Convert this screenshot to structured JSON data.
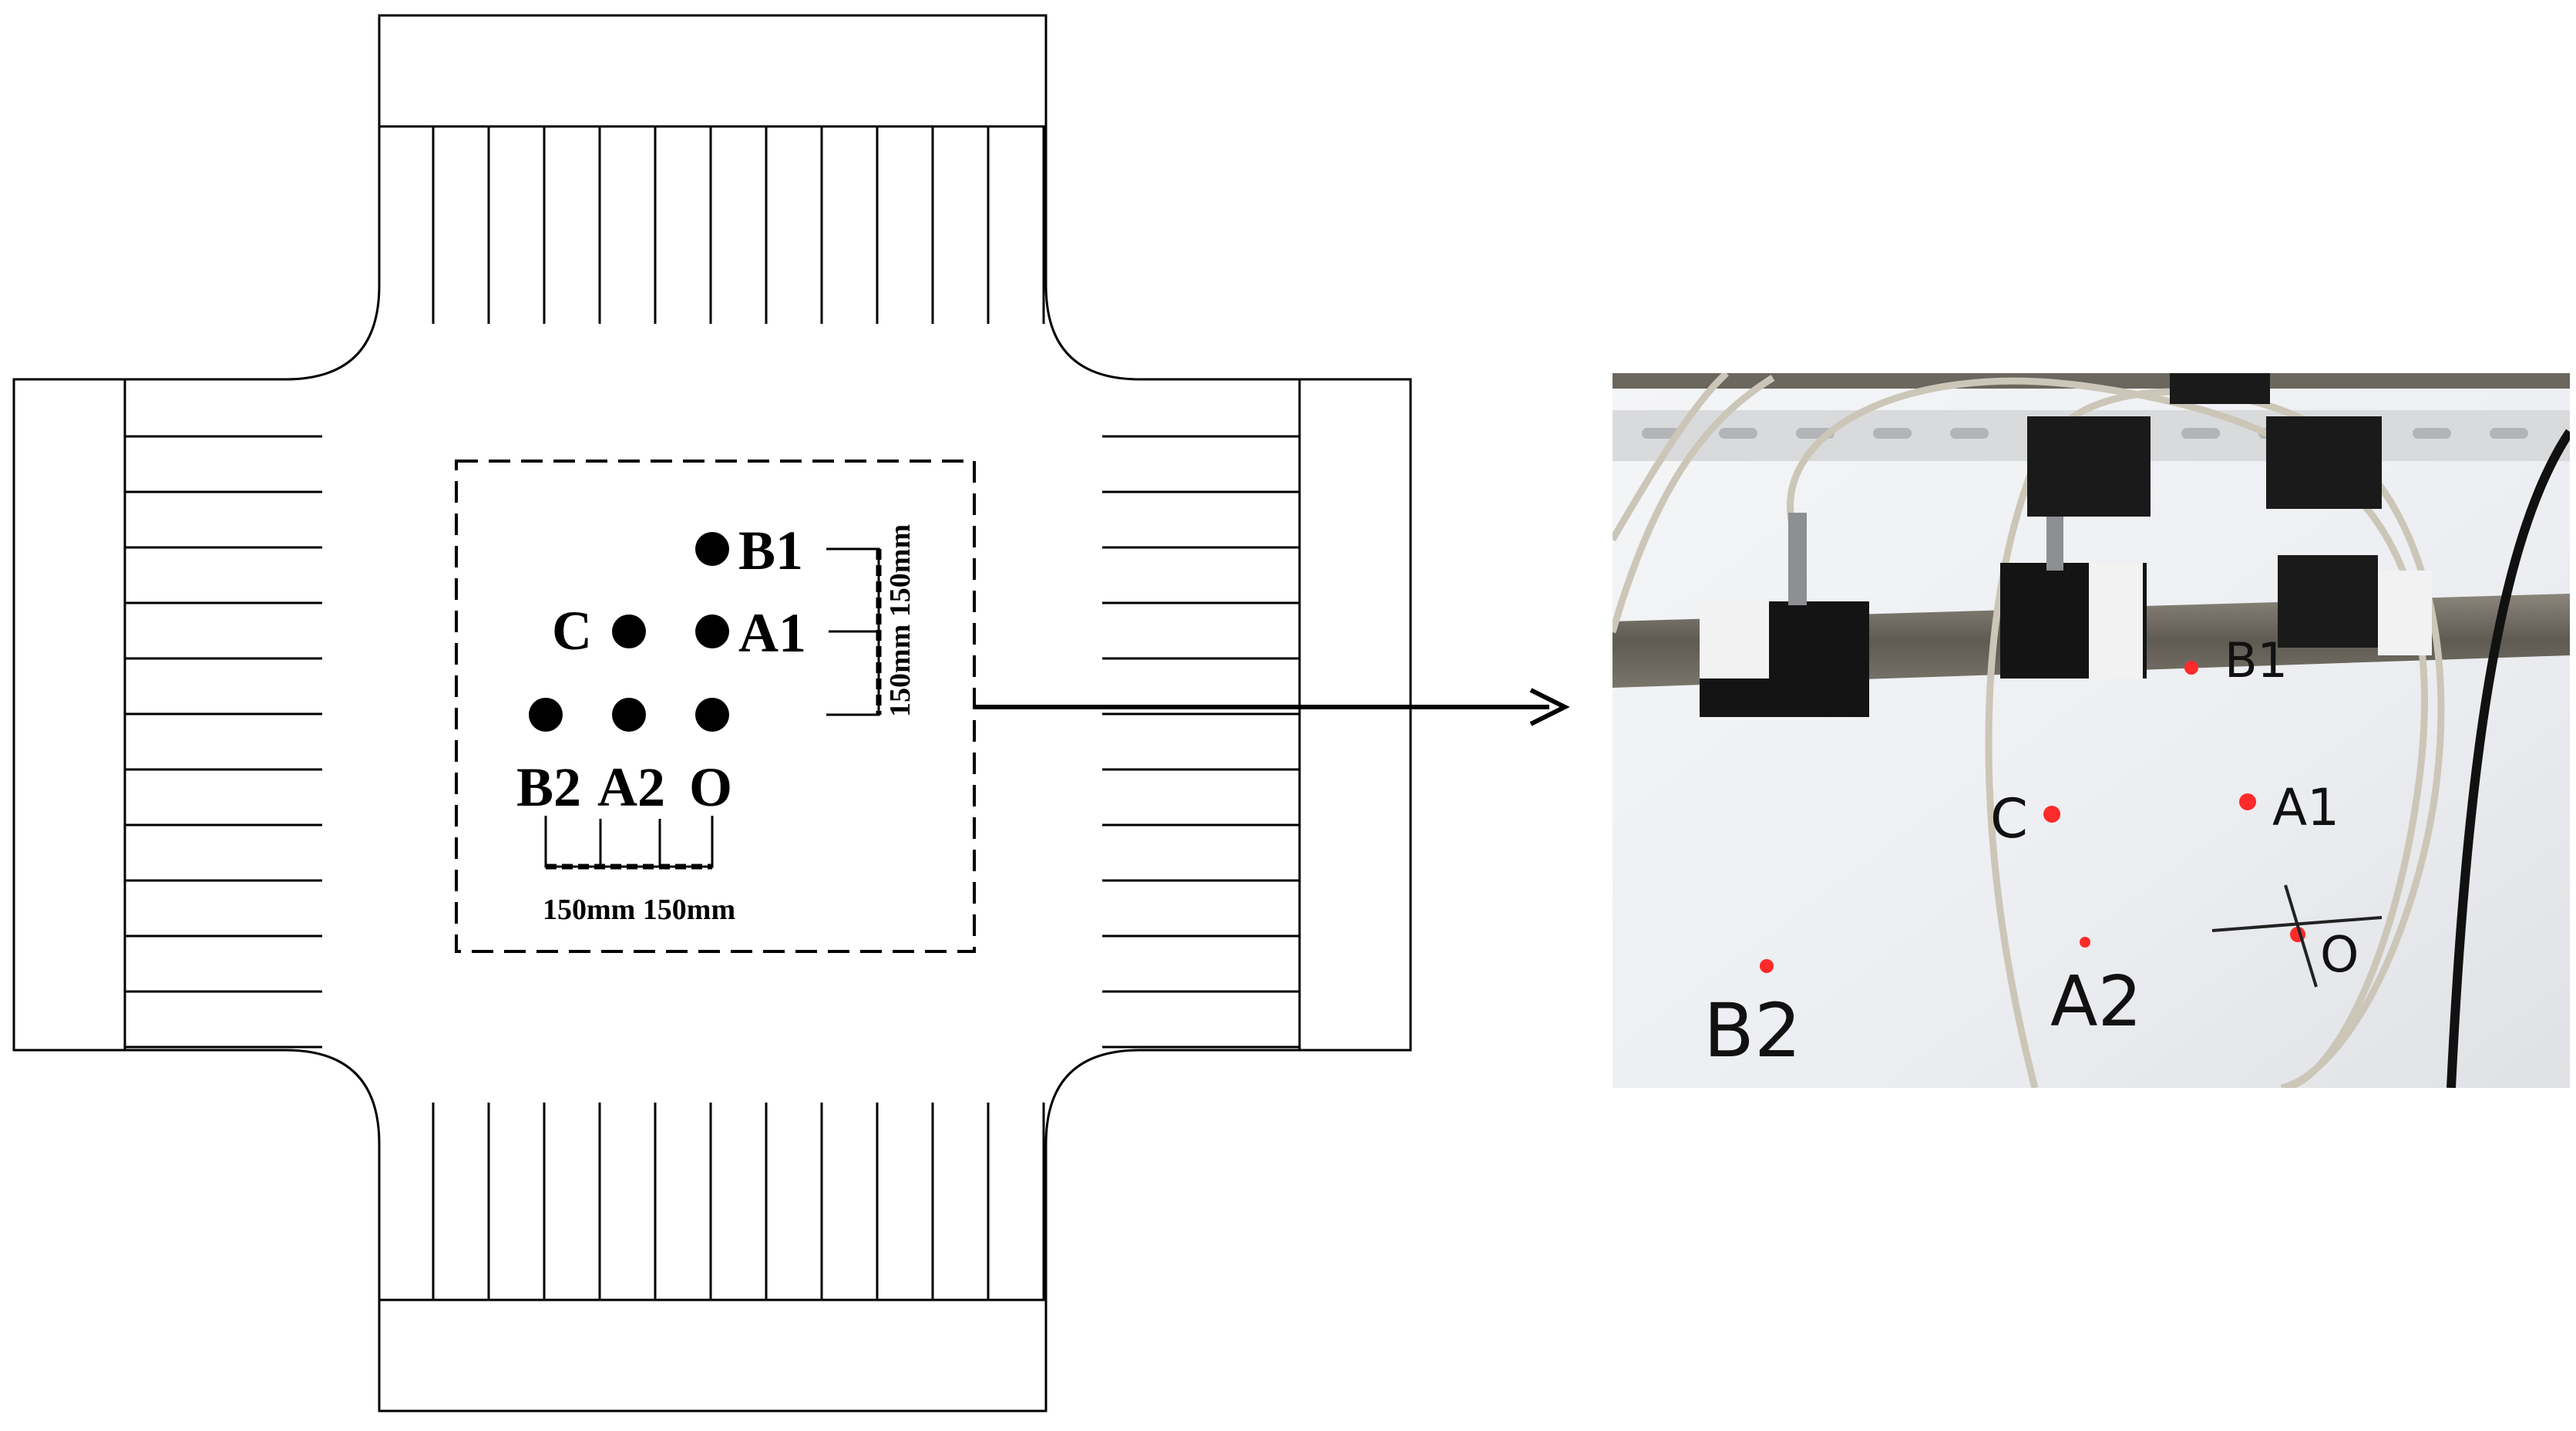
{
  "diagram": {
    "points": [
      {
        "id": "b1",
        "label": "B1"
      },
      {
        "id": "a1",
        "label": "A1"
      },
      {
        "id": "c",
        "label": "C"
      },
      {
        "id": "b2",
        "label": "B2"
      },
      {
        "id": "a2",
        "label": "A2"
      },
      {
        "id": "o",
        "label": "O"
      }
    ],
    "dimensions": {
      "horizontal": "150mm 150mm",
      "vertical": "150mm 150mm"
    }
  },
  "photo": {
    "labels": [
      "B1",
      "A1",
      "C",
      "B2",
      "A2",
      "O"
    ]
  },
  "colors": {
    "line": "#000000",
    "laser": "#ff2a2a",
    "rail": "#6e6a62",
    "cable": "#c9c4b6"
  }
}
